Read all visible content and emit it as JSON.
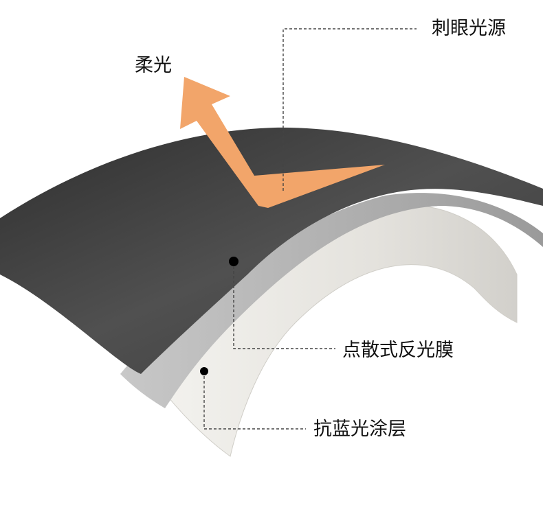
{
  "labels": {
    "soft_light": "柔光",
    "glare_source": "刺眼光源",
    "dot_film": "点散式反光膜",
    "anti_blue_coating": "抗蓝光涂层"
  },
  "colors": {
    "background": "#ffffff",
    "top_layer": "#4a4a4a",
    "middle_layer": "#d9d9d9",
    "bottom_layer": "#eceae6",
    "arrow": "#f2a56a",
    "leader_line": "#444444",
    "dot": "#000000",
    "text": "#111111"
  }
}
